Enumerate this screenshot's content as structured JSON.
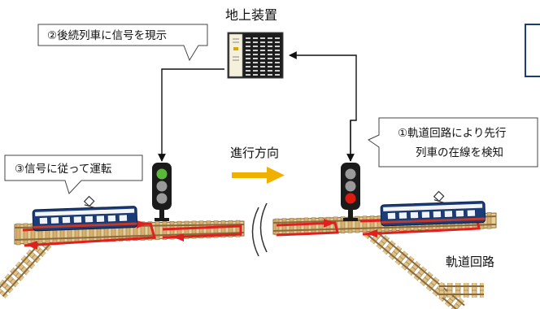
{
  "diagram": {
    "ground_equipment_label": "地上装置",
    "callout_signal_display": "②後続列車に信号を現示",
    "callout_detect_line1": "①軌道回路により先行",
    "callout_detect_line2": "列車の在線を検知",
    "callout_drive": "③信号に従って運転",
    "direction_label": "進行方向",
    "track_circuit_label": "軌道回路",
    "signals": [
      {
        "name": "following-signal",
        "aspect": "green"
      },
      {
        "name": "leading-signal",
        "aspect": "red"
      }
    ],
    "colors": {
      "signal_green": "#5cb83a",
      "signal_red": "#dd1a10",
      "signal_off": "#9a9a9a",
      "track_circuit": "#e02020",
      "direction_arrow": "#f0b000",
      "rail": "#8a6a3a",
      "tie": "#e2c58a",
      "train_body": "#1a3d7a",
      "train_stripe": "#c0392b"
    }
  }
}
